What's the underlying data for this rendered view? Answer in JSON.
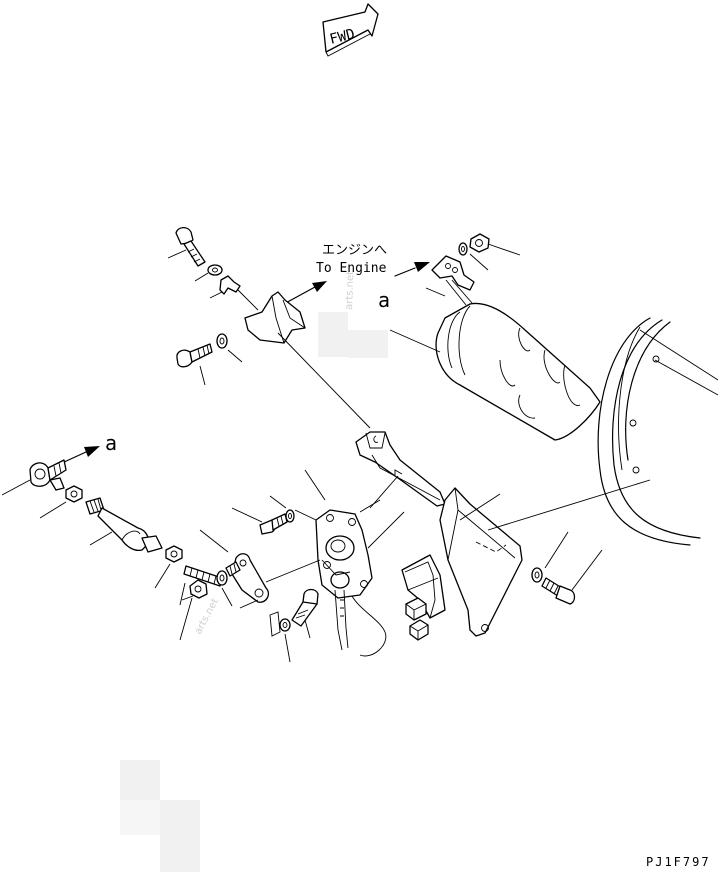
{
  "fwd_label": "FWD",
  "engine_label_jp": "エンジンへ",
  "engine_label_en": "To Engine",
  "ref_mark": "a",
  "drawing_code": "PJ1F797"
}
